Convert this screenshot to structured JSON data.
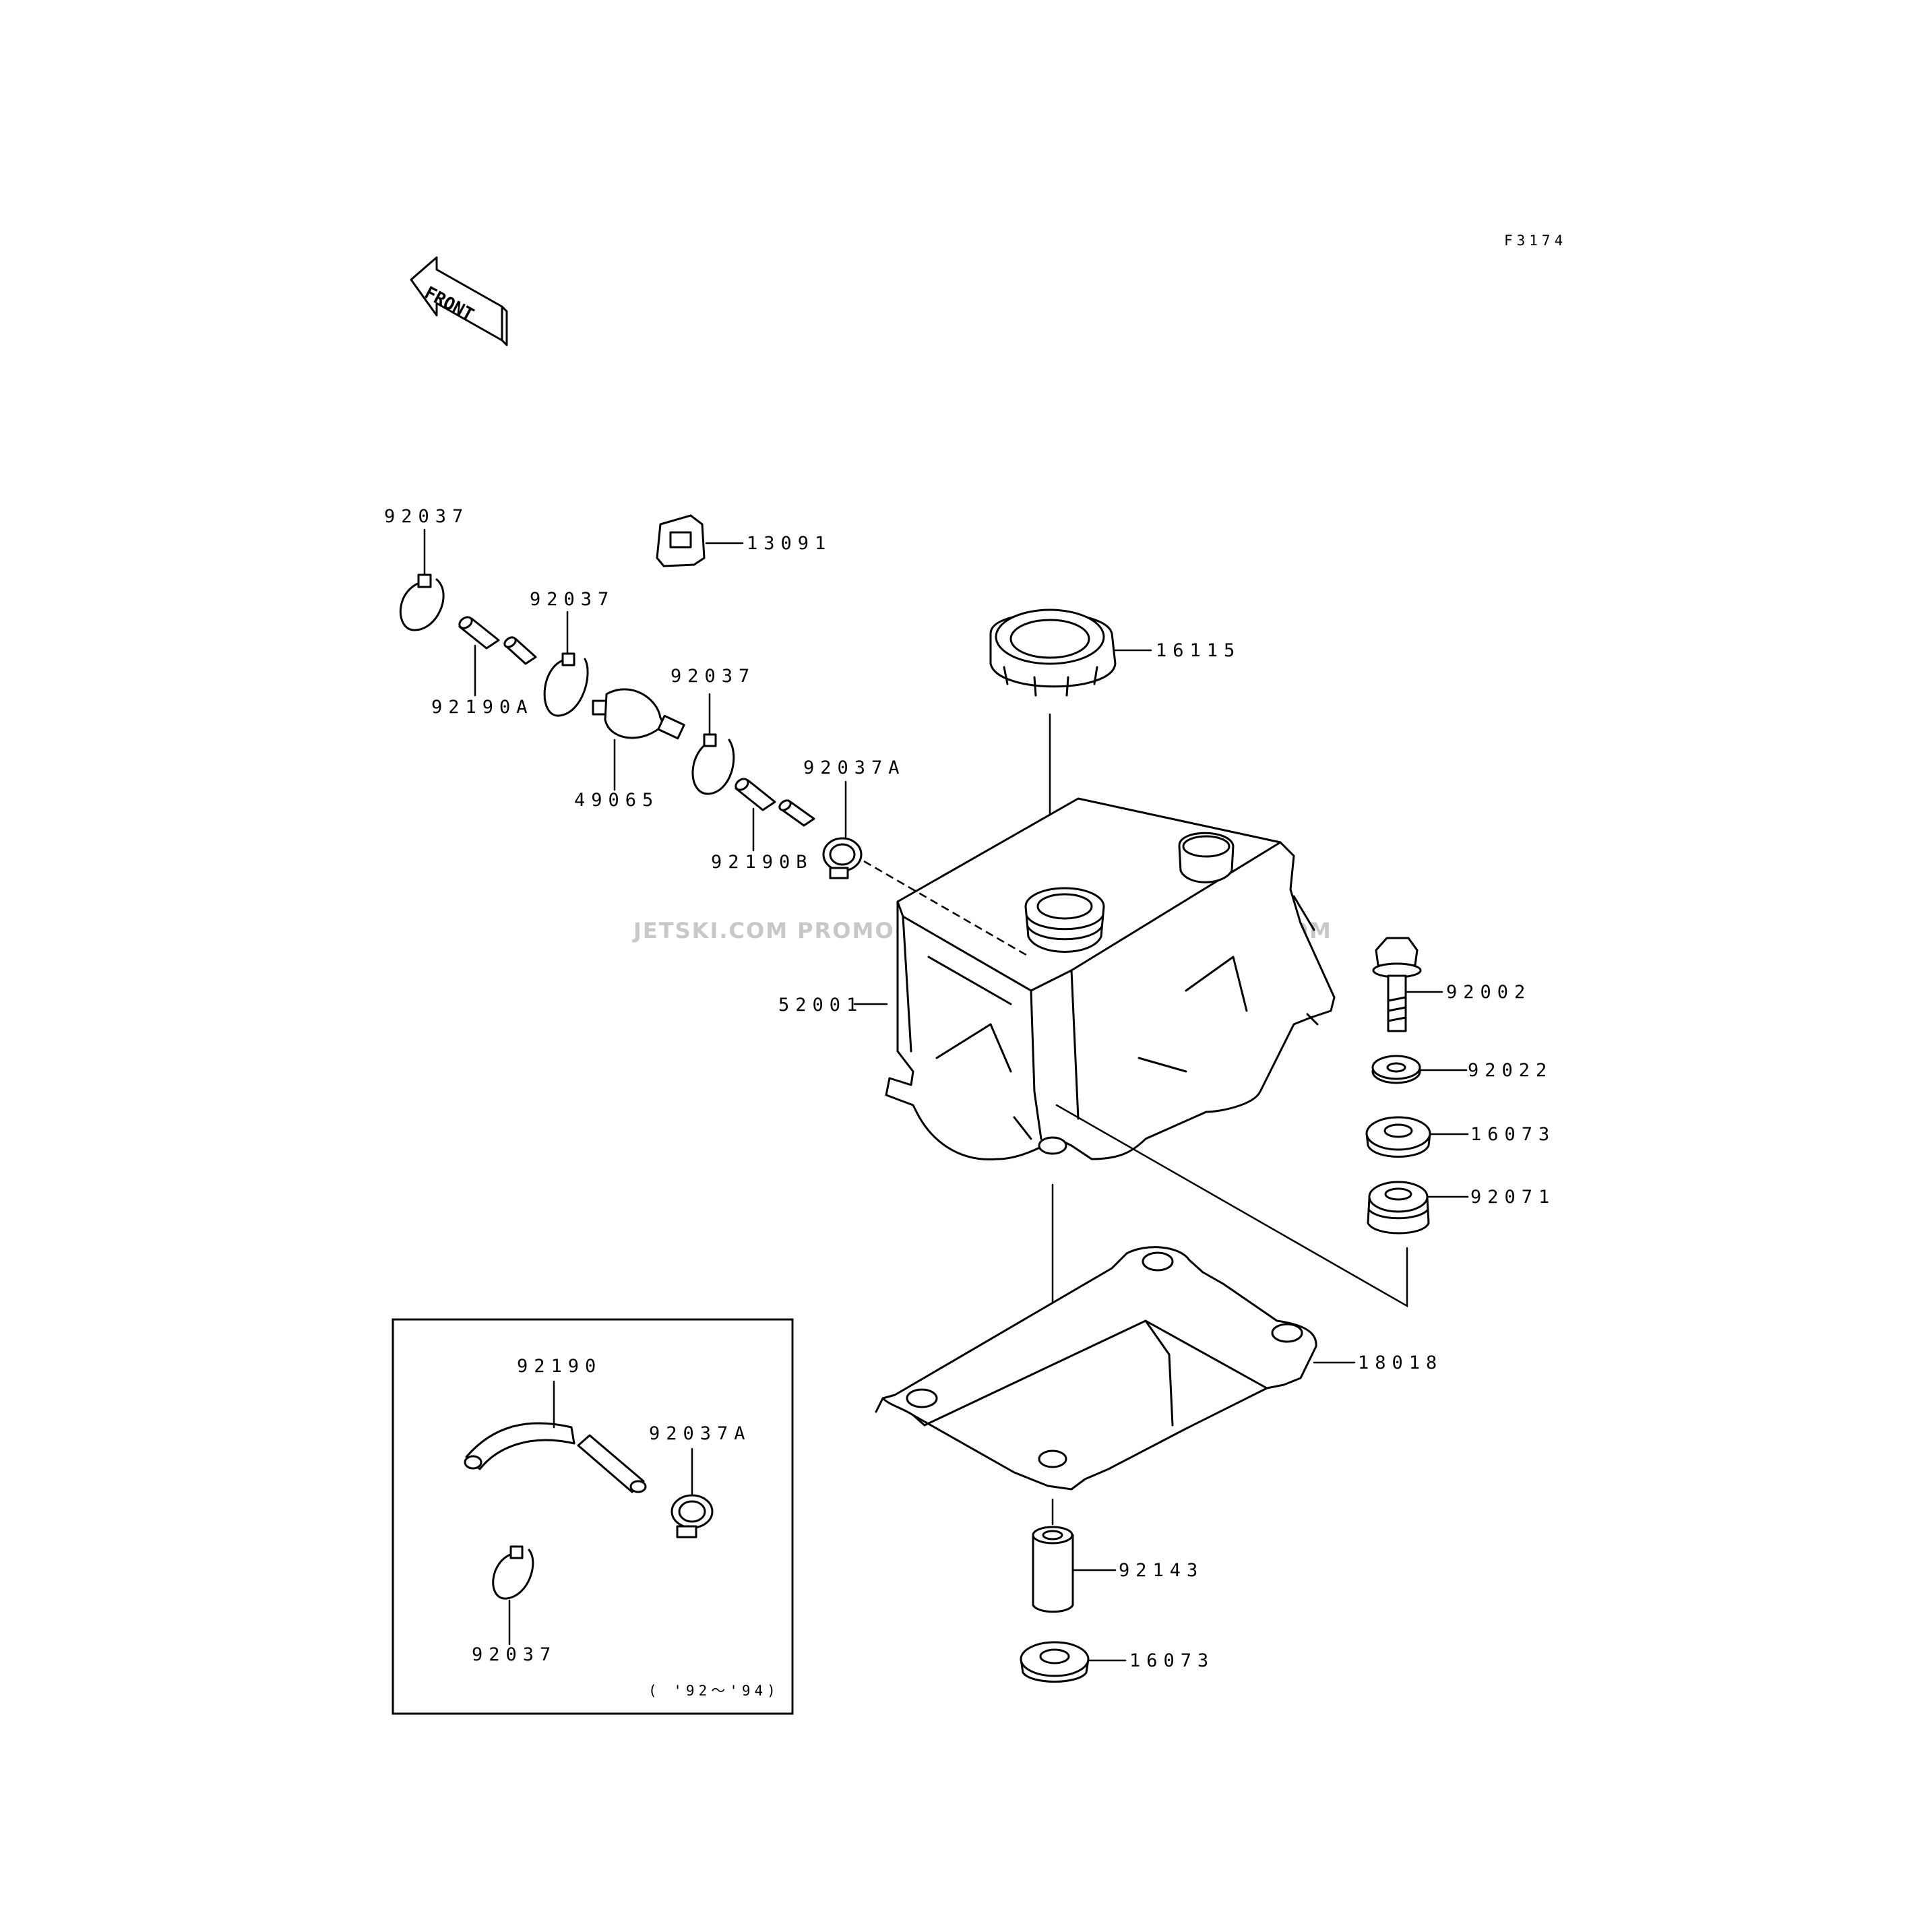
{
  "figure_code": "F3174",
  "front_arrow_text": "FRONT",
  "watermark": "JETSKI.COM  PROMO-JETSKI.COM  PROMO-JETSKI.COM",
  "inset_note": "( '92～'94)",
  "callouts": {
    "clamp_top_left": "92037",
    "clip_13091": "13091",
    "clamp_mid": "92037",
    "hose_92190A": "92190A",
    "clamp_right": "92037",
    "filter_49065": "49065",
    "clamp_92037A": "92037A",
    "hose_92190B": "92190B",
    "cap_16115": "16115",
    "tank_52001": "52001",
    "bolt_92002": "92002",
    "washer_92022": "92022",
    "grommet_16073_upper": "16073",
    "damper_92071": "92071",
    "bracket_18018": "18018",
    "collar_92143": "92143",
    "grommet_16073_lower": "16073",
    "inset_hose_92190": "92190",
    "inset_clamp_92037A": "92037A",
    "inset_clamp_92037": "92037"
  }
}
